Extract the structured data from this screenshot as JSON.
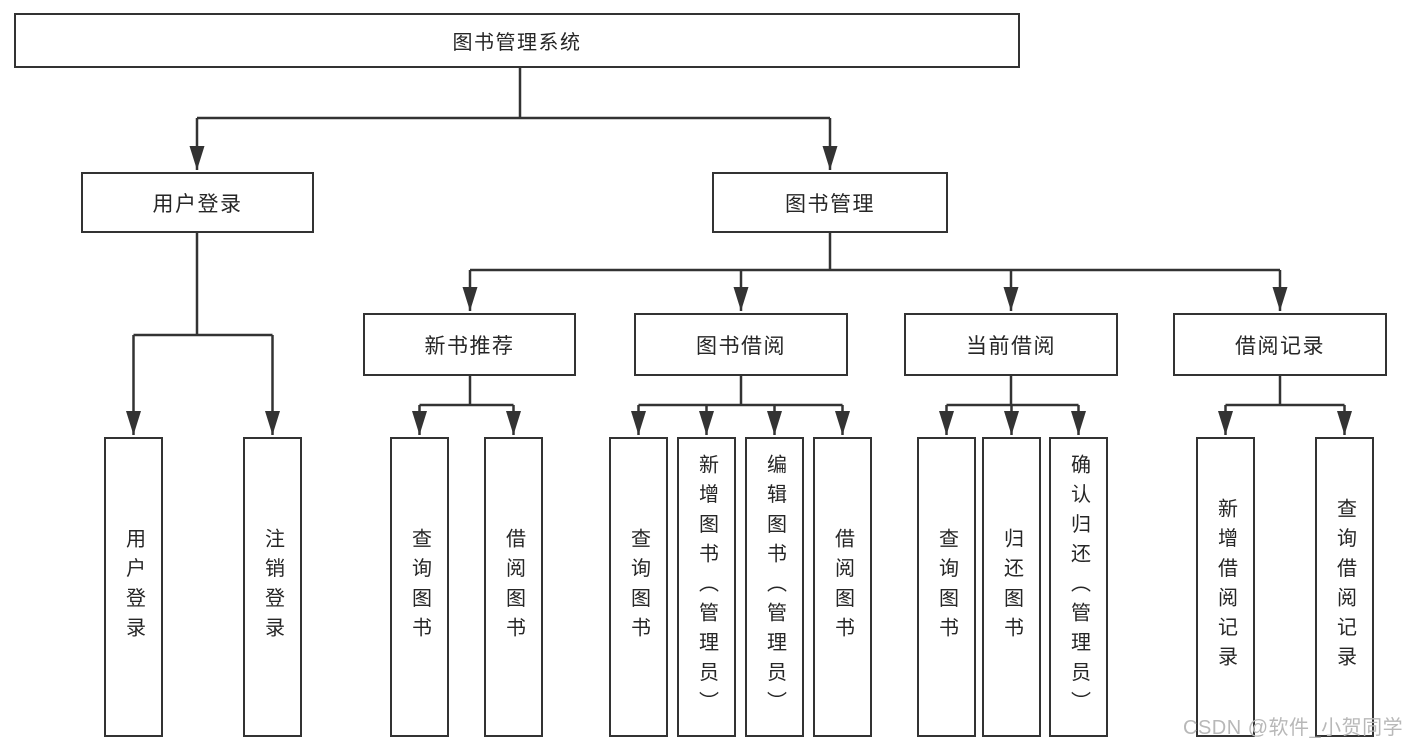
{
  "colors": {
    "line": "#333333",
    "text": "#262626",
    "background": "#ffffff",
    "box_fill": "#ffffff",
    "watermark": "#b8b8b8"
  },
  "watermark": {
    "text": "CSDN @软件_小贺同学"
  },
  "tree": {
    "root": {
      "label": "图书管理系统"
    },
    "branches": [
      {
        "label": "用户登录",
        "children": [
          {
            "label": "用户登录"
          },
          {
            "label": "注销登录"
          }
        ]
      },
      {
        "label": "图书管理",
        "children": [
          {
            "label": "新书推荐",
            "children": [
              {
                "label": "查询图书"
              },
              {
                "label": "借阅图书"
              }
            ]
          },
          {
            "label": "图书借阅",
            "children": [
              {
                "label": "查询图书"
              },
              {
                "label": "新增图书（管理员）"
              },
              {
                "label": "编辑图书（管理员）"
              },
              {
                "label": "借阅图书"
              }
            ]
          },
          {
            "label": "当前借阅",
            "children": [
              {
                "label": "查询图书"
              },
              {
                "label": "归还图书"
              },
              {
                "label": "确认归还（管理员）"
              }
            ]
          },
          {
            "label": "借阅记录",
            "children": [
              {
                "label": "新增借阅记录"
              },
              {
                "label": "查询借阅记录"
              }
            ]
          }
        ]
      }
    ]
  }
}
